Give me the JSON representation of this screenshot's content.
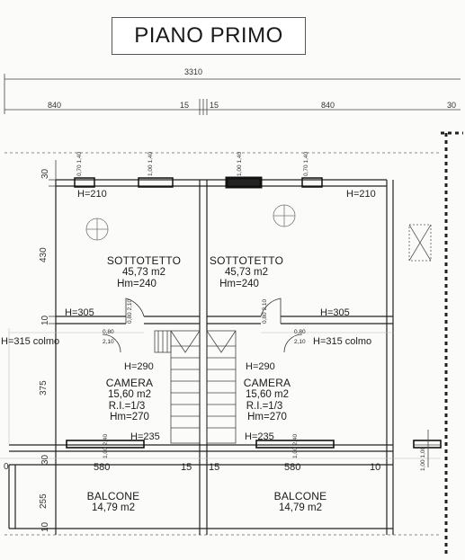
{
  "title": "PIANO PRIMO",
  "dimensions": {
    "total": "3310",
    "left": "840",
    "mid_left": "15",
    "mid_right": "15",
    "right": "840",
    "edge": "30",
    "balcony_left": "580",
    "balcony_right": "580",
    "wall_left_bottom": "15",
    "wall_right_bottom": "15",
    "edge_bottom": "10",
    "v_top": "30",
    "v_attic": "430",
    "v_10": "10",
    "v_375": "375",
    "v_30": "30",
    "v_255": "255",
    "v_10b": "10",
    "zero": "0"
  },
  "heights": {
    "h210_left": "H=210",
    "h210_right": "H=210",
    "h305_left": "H=305",
    "h305_right": "H=305",
    "h315_left": "H=315 colmo",
    "h315_right": "H=315 colmo",
    "h290_left": "H=290",
    "h290_right": "H=290",
    "h235_left": "H=235",
    "h235_right": "H=235"
  },
  "rooms": [
    {
      "name": "SOTTOTETTO",
      "area": "45,73 m2",
      "extra": "Hm=240"
    },
    {
      "name": "SOTTOTETTO",
      "area": "45,73 m2",
      "extra": "Hm=240"
    },
    {
      "name": "CAMERA",
      "area": "15,60 m2",
      "ri": "R.I.=1/3",
      "extra": "Hm=270"
    },
    {
      "name": "CAMERA",
      "area": "15,60 m2",
      "ri": "R.I.=1/3",
      "extra": "Hm=270"
    },
    {
      "name": "BALCONE",
      "area": "14,79 m2"
    },
    {
      "name": "BALCONE",
      "area": "14,79 m2"
    }
  ],
  "windows": {
    "w1": "0,70 1,40",
    "w2": "1,00 1,40",
    "w3": "1,00 1,40",
    "w4": "0,70 1,40",
    "door_l": "0,80 2,10",
    "door_r": "0,80 2,10",
    "d1": "0,80",
    "d1b": "2,10",
    "d2": "0,80",
    "d2b": "2,10",
    "b1": "1,00 2,40",
    "b2": "1,00 2,40",
    "b3": "1,00 1,00"
  }
}
